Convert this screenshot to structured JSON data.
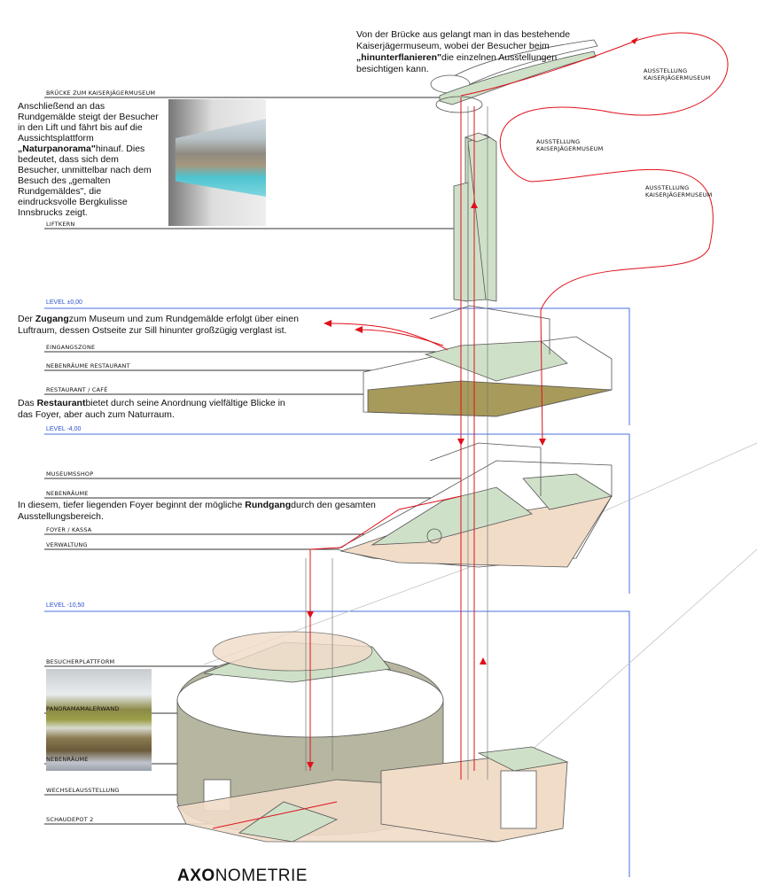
{
  "texts": {
    "bridge_intro_1": "Von der Brücke aus gelangt man in das bestehende",
    "bridge_intro_2": "Kaiserjägermuseum, wobei der Besucher  beim",
    "bridge_intro_bold": "„hinunterflanieren\"",
    "bridge_intro_3": "die einzelnen Ausstellungen",
    "bridge_intro_4": "besichtigen kann.",
    "lift_1": "Anschließend an das",
    "lift_2": "Rundgemälde steigt der Besucher",
    "lift_3": "in den Lift und fährt bis auf die",
    "lift_4": "Aussichtsplattform",
    "lift_bold": "„Naturpanorama\"",
    "lift_5": "hinauf. Dies",
    "lift_6": "bedeutet, dass sich dem",
    "lift_7": "Besucher, unmittelbar nach dem",
    "lift_8": "Besuch des „gemalten",
    "lift_9": "Rundgemäldes\",  die",
    "lift_10": "eindrucksvolle Bergkulisse",
    "lift_11": "Innsbrucks zeigt.",
    "access_pre": "Der ",
    "access_bold": "Zugang",
    "access_1": "zum Museum und zum Rundgemälde erfolgt über einen",
    "access_2": "Luftraum, dessen Ostseite zur Sill hinunter großzügig verglast ist.",
    "restaurant_pre": "Das ",
    "restaurant_bold": "Restaurant",
    "restaurant_1": "bietet durch seine Anordnung vielfältige Blicke in",
    "restaurant_2": "das Foyer, aber auch zum Naturraum.",
    "foyer_1": "In diesem, tiefer liegenden Foyer beginnt der mögliche ",
    "foyer_bold": "Rundgang",
    "foyer_2": "durch den gesamten",
    "foyer_3": "Ausstellungsbereich."
  },
  "labels": {
    "bruecke": "Brücke zum Kaiserjägermuseum",
    "liftkern": "Liftkern",
    "eingangszone": "Eingangszone",
    "nebenraeume_restaurant": "Nebenräume  Restaurant",
    "restaurant_cafe": "Restaurant  /  Café",
    "museumsshop": "Museumsshop",
    "nebenraeume_1": "Nebenräume",
    "foyer_kassa": "Foyer  /  Kassa",
    "verwaltung": "Verwaltung",
    "besucherplattform": "Besucherplattform",
    "panoramamalerwand": "Panoramamalerwand",
    "nebenraeume_2": "Nebenräume",
    "wechselausstellung": "Wechselausstellung",
    "schaudepot": "Schaudepot  2",
    "ausstellung_1a": "Ausstellung",
    "ausstellung_1b": "Kaiserjägermuseum",
    "ausstellung_2a": "Ausstellung",
    "ausstellung_2b": "Kaiserjägermuseum",
    "ausstellung_3a": "Ausstellung",
    "ausstellung_3b": "Kaiserjägermuseum"
  },
  "levels": {
    "l0": "LEVEL  ±0,00",
    "l4": "LEVEL  -4,00",
    "l10": "LEVEL  -10,50"
  },
  "title": {
    "bold": "AXO",
    "rest": "NOMETRIE"
  },
  "colors": {
    "route": "#e0101a",
    "floor_green": "#cfe0c8",
    "floor_olive": "#a89a5a",
    "floor_sand": "#f1dcc8",
    "level_blue": "#2a4fd0"
  }
}
